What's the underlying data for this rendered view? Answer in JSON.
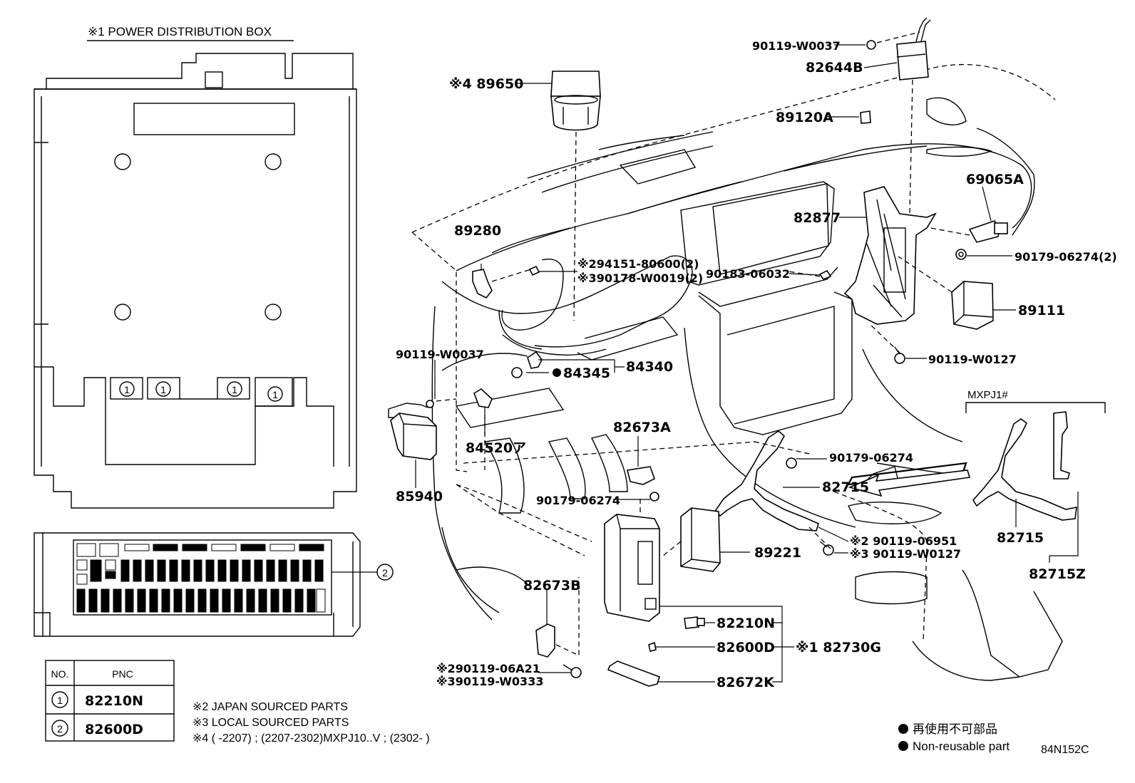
{
  "pdb_title": "※1  POWER DISTRIBUTION BOX",
  "slot_marker": "1",
  "callout_marker": "2",
  "table": {
    "headers": [
      "NO.",
      "PNC"
    ],
    "rows": [
      {
        "no": "1",
        "pnc": "82210N"
      },
      {
        "no": "2",
        "pnc": "82600D"
      }
    ]
  },
  "notes": {
    "n2": "※2 JAPAN SOURCED PARTS",
    "n3": "※3 LOCAL SOURCED PARTS",
    "n4": "※4 (          -2207) ; (2207-2302)MXPJ10..V ; (2302-        )"
  },
  "labels": {
    "l_90119_w0037_top": "90119-W0037",
    "l_82644b": "82644B",
    "l_89650": "※4 89650",
    "l_89120a": "89120A",
    "l_69065a": "69065A",
    "l_82877": "82877",
    "l_89280": "89280",
    "l_94151": "※294151-80600(2)",
    "l_90178": "※390178-W0019(2)",
    "l_90183": "90183-06032",
    "l_90179_2": "90179-06274(2)",
    "l_89111": "89111",
    "l_90119_w0037_left": "90119-W0037",
    "l_90119_w0127": "90119-W0127",
    "l_84345": "84345",
    "l_84340": "84340",
    "l_mxpj1": "MXPJ1#",
    "l_82673a": "82673A",
    "l_84520": "84520ア",
    "l_90179_a": "90179-06274",
    "l_85940": "85940",
    "l_90179_b": "90179-06274",
    "l_82715_main": "82715",
    "l_82715_right": "82715",
    "l_82715z": "82715Z",
    "l_90119_06951": "※2 90119-06951",
    "l_90119_w0127_b": "※3 90119-W0127",
    "l_89221": "89221",
    "l_82673b": "82673B",
    "l_82210n": "82210N",
    "l_82600d": "82600D",
    "l_82730g": "※1 82730G",
    "l_90119_06a21": "※290119-06A21",
    "l_90119_w0333": "※390119-W0333",
    "l_82672k": "82672K"
  },
  "legend": {
    "jp": "再使用不可部品",
    "en": "Non-reusable part"
  },
  "diagram_code": "84N152C"
}
